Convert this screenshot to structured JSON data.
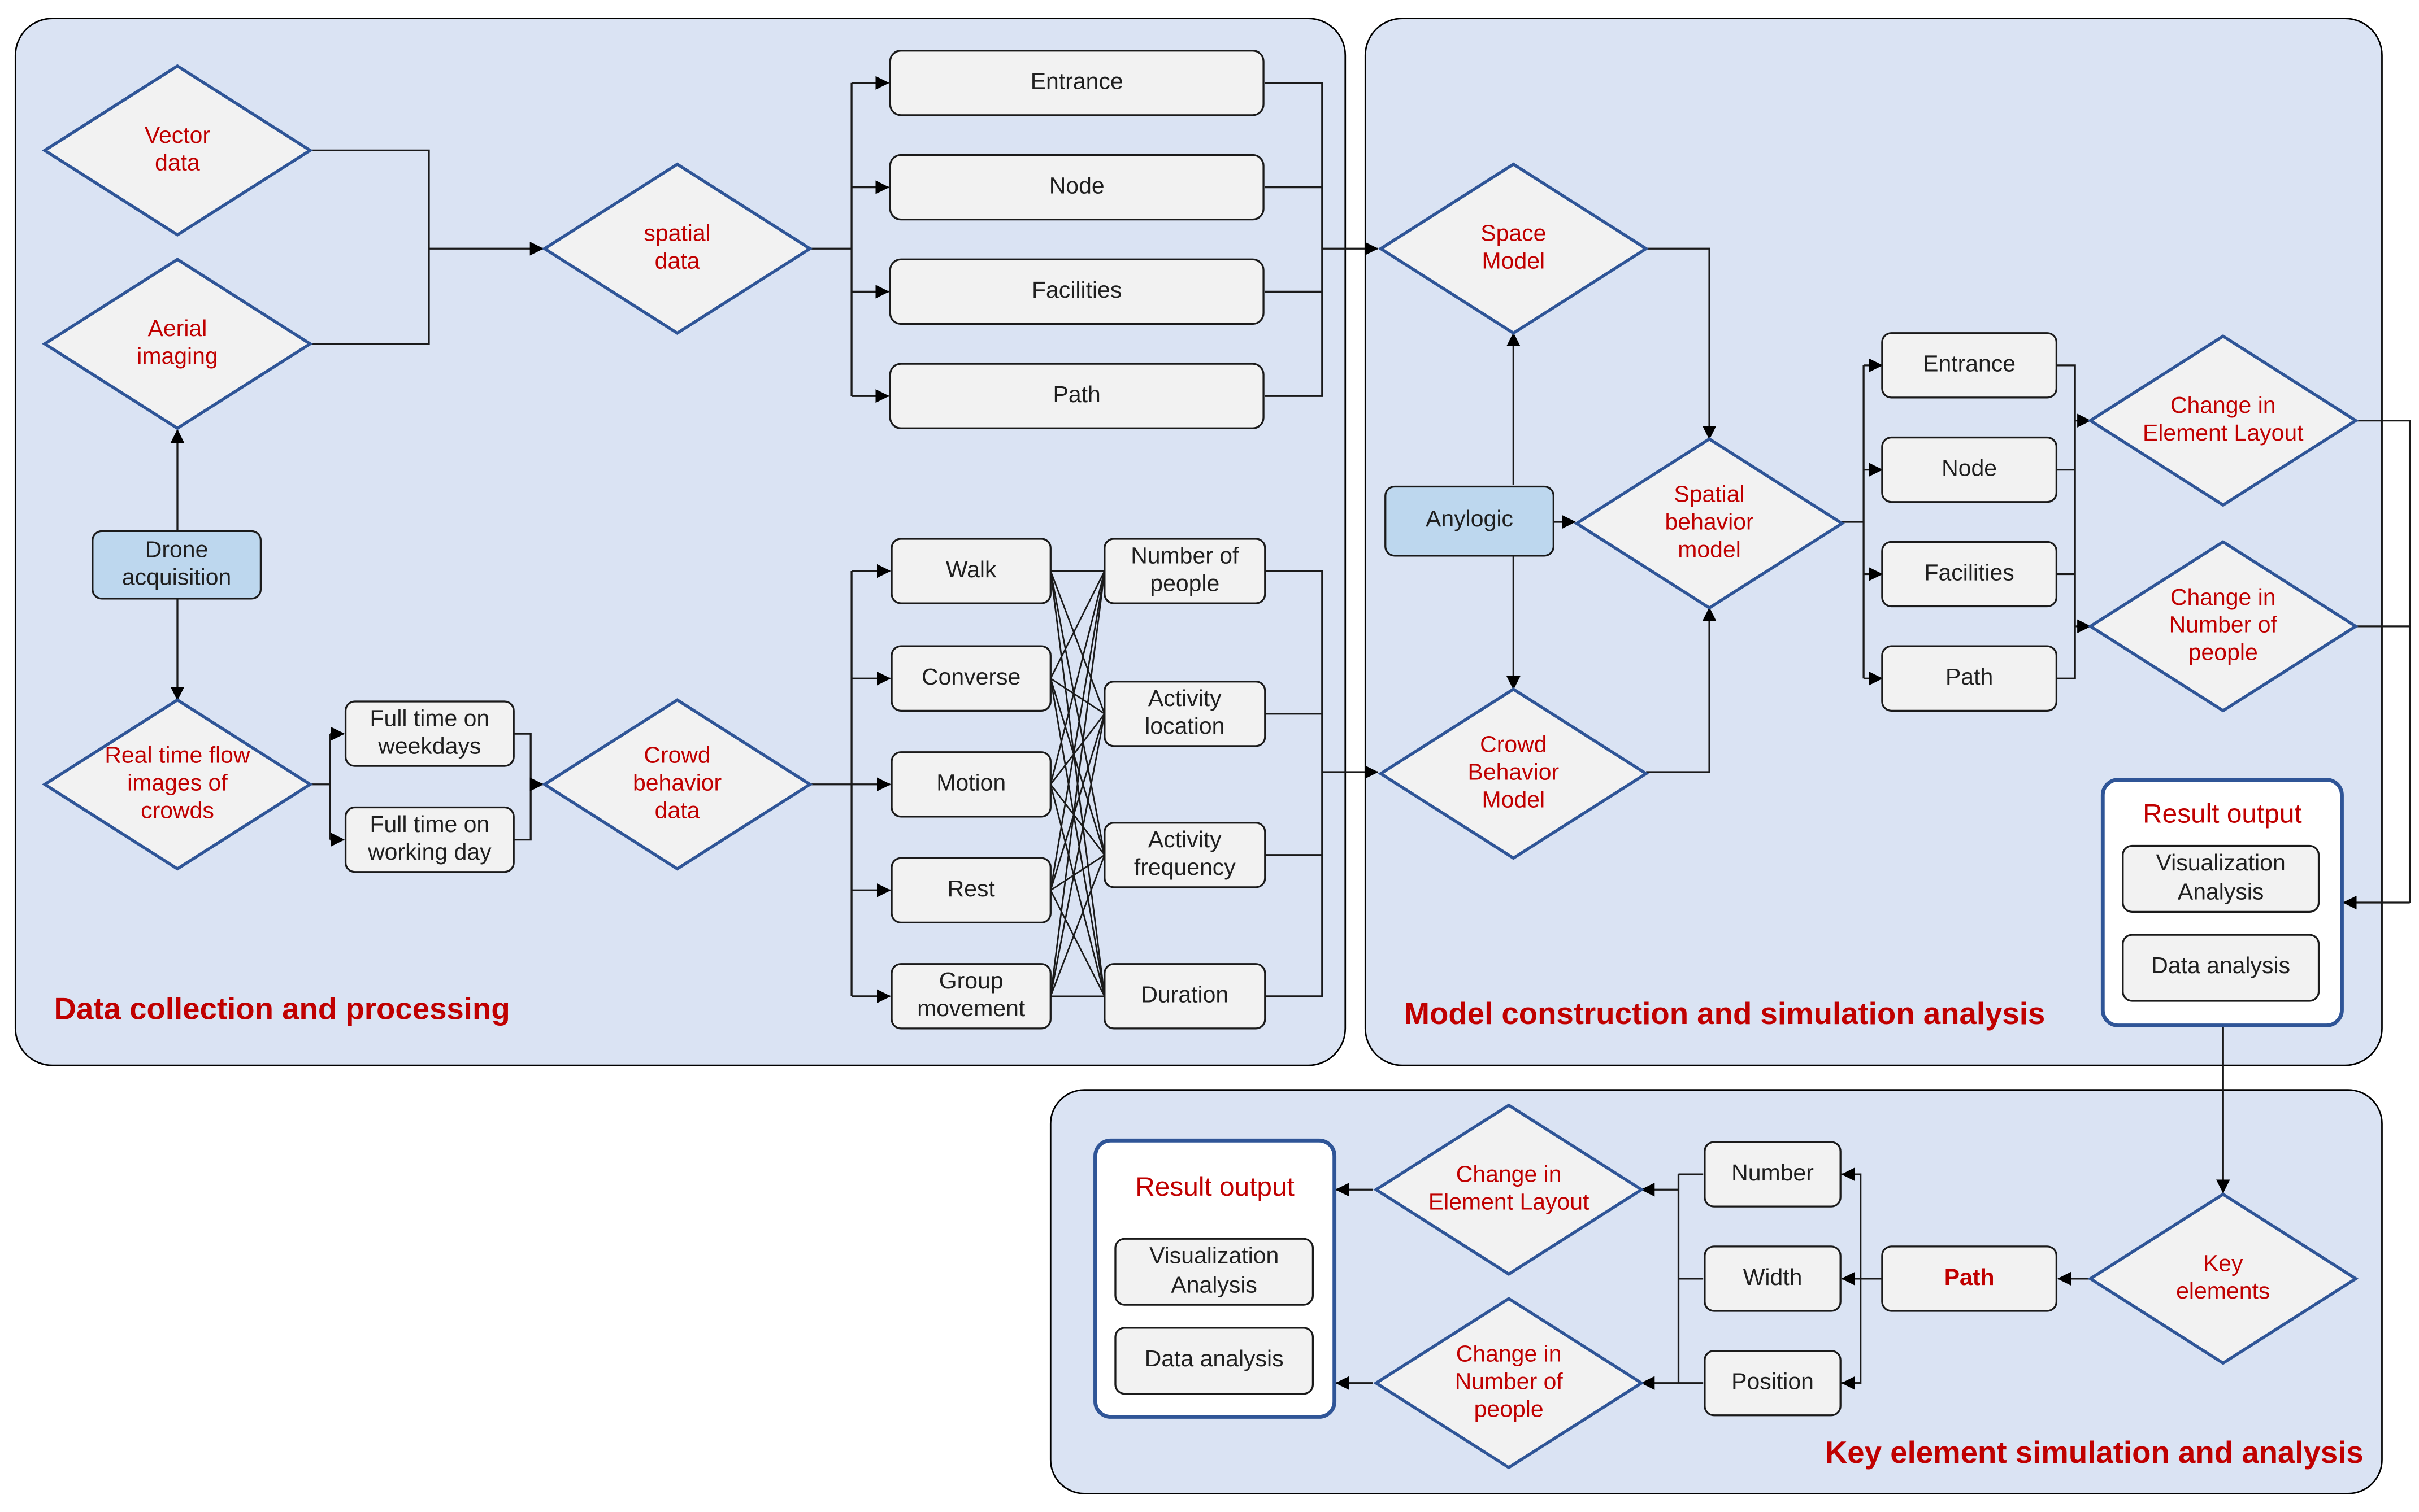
{
  "sections": {
    "data_collection": "Data collection and processing",
    "model_construction": "Model construction and simulation analysis",
    "key_element": "Key element simulation and analysis"
  },
  "data_sources": {
    "vector": "Vector\ndata",
    "aerial": "Aerial\nimaging",
    "drone": "Drone\nacquisition",
    "realtime": "Real time flow\nimages of\ncrowds"
  },
  "spatial": {
    "label": "spatial\ndata",
    "elements": [
      "Entrance",
      "Node",
      "Facilities",
      "Path"
    ]
  },
  "crowd": {
    "periods": [
      "Full time on\nweekdays",
      "Full time on\nworking day"
    ],
    "label": "Crowd\nbehavior\ndata",
    "behaviors": [
      "Walk",
      "Converse",
      "Motion",
      "Rest",
      "Group\nmovement"
    ],
    "metrics": [
      "Number of\npeople",
      "Activity\nlocation",
      "Activity\nfrequency",
      "Duration"
    ]
  },
  "model": {
    "space_model": "Space\nModel",
    "crowd_model": "Crowd\nBehavior\nModel",
    "anylogic": "Anylogic",
    "spatial_behavior": "Spatial\nbehavior\nmodel",
    "elements": [
      "Entrance",
      "Node",
      "Facilities",
      "Path"
    ],
    "change_layout": "Change in\nElement Layout",
    "change_people": "Change in\nNumber of\npeople"
  },
  "result_output": {
    "title": "Result output",
    "items": [
      "Visualization\nAnalysis",
      "Data analysis"
    ]
  },
  "key_element": {
    "key_elements": "Key\nelements",
    "path": "Path",
    "attributes": [
      "Number",
      "Width",
      "Position"
    ],
    "change_layout": "Change in\nElement Layout",
    "change_people": "Change in\nNumber of\npeople"
  },
  "colors": {
    "panel_fill": "#dae3f3",
    "node_fill": "#f2f2f2",
    "diamond_stroke": "#2f5597",
    "highlight_fill": "#bdd7ee",
    "red_text": "#c00000"
  }
}
